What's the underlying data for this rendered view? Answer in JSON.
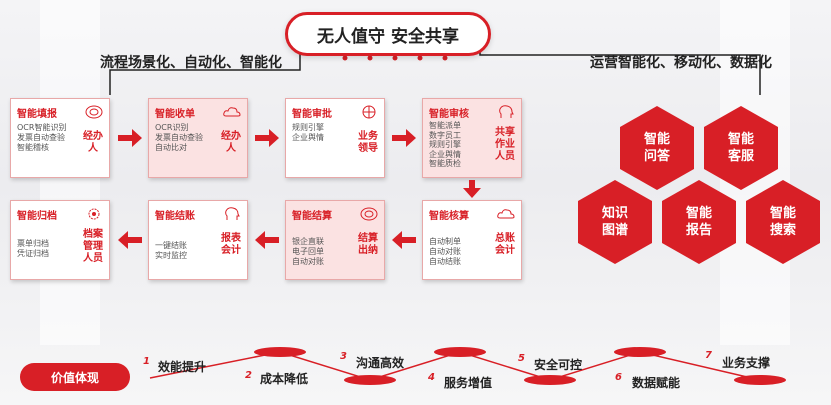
{
  "title": "无人值守  安全共享",
  "left_subtitle": "流程场景化、自动化、智能化",
  "right_subtitle": "运营智能化、移动化、数据化",
  "cards": [
    {
      "title": "智能填报",
      "body": "OCR智能识别\n发票自动查验\n智能稽核",
      "role": "经办\n人"
    },
    {
      "title": "智能收单",
      "body": "OCR识别\n发票自动查验\n自动比对",
      "role": "经办\n人"
    },
    {
      "title": "智能审批",
      "body": "规则引擎\n企业舆情",
      "role": "业务\n领导"
    },
    {
      "title": "智能审核",
      "body": "智能派单\n数字员工\n规则引擎\n企业舆情\n智能质检",
      "role": "共享\n作业\n人员"
    },
    {
      "title": "智能核算",
      "body": "自动制单\n自动对账\n自动结账",
      "role": "总账\n会计"
    },
    {
      "title": "智能结算",
      "body": "银企直联\n电子回单\n自动对账",
      "role": "结算\n出纳"
    },
    {
      "title": "智能结账",
      "body": "一键结账\n实时监控",
      "role": "报表\n会计"
    },
    {
      "title": "智能归档",
      "body": "票单归档\n凭证归档",
      "role": "档案\n管理\n人员"
    }
  ],
  "hexes": [
    "智能\n问答",
    "智能\n客服",
    "知识\n图谱",
    "智能\n报告",
    "智能\n搜索"
  ],
  "value_button": "价值体现",
  "values": [
    {
      "num": "1",
      "text": "效能提升"
    },
    {
      "num": "2",
      "text": "成本降低"
    },
    {
      "num": "3",
      "text": "沟通高效"
    },
    {
      "num": "4",
      "text": "服务增值"
    },
    {
      "num": "5",
      "text": "安全可控"
    },
    {
      "num": "6",
      "text": "数据赋能"
    },
    {
      "num": "7",
      "text": "业务支撑"
    }
  ],
  "colors": {
    "accent": "#d81f26",
    "card_pink": "#fbe2e2"
  }
}
